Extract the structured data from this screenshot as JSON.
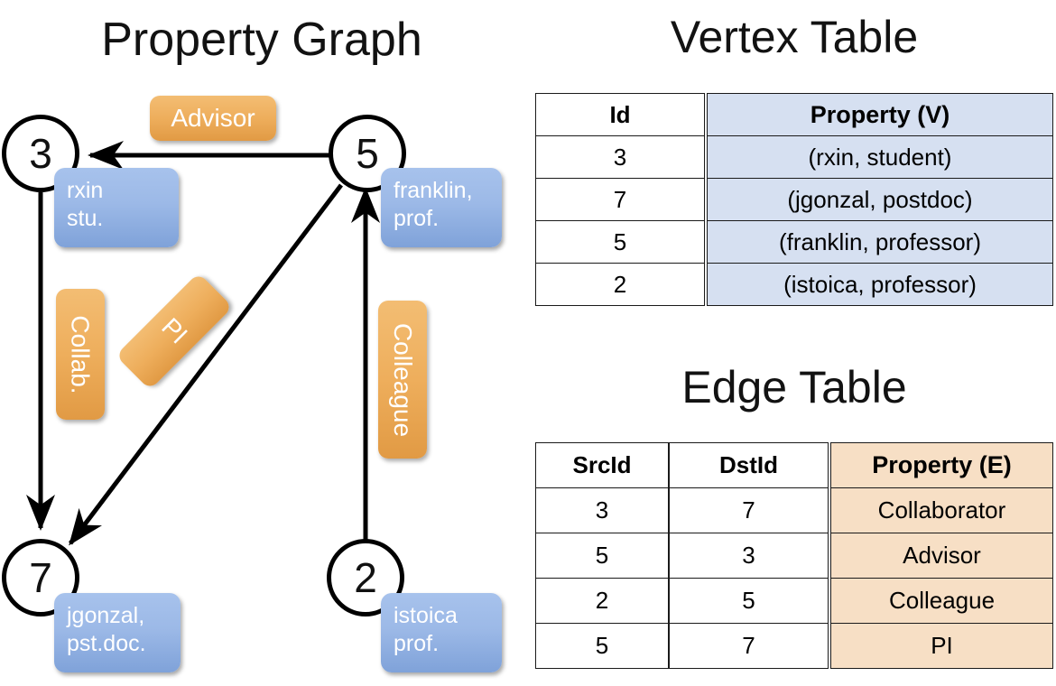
{
  "titles": {
    "property_graph": "Property Graph",
    "vertex_table": "Vertex Table",
    "edge_table": "Edge Table"
  },
  "graph": {
    "nodes": [
      {
        "id": "3",
        "property_line1": "rxin",
        "property_line2": "stu."
      },
      {
        "id": "5",
        "property_line1": "franklin,",
        "property_line2": "prof."
      },
      {
        "id": "7",
        "property_line1": "jgonzal,",
        "property_line2": "pst.doc."
      },
      {
        "id": "2",
        "property_line1": "istoica",
        "property_line2": "prof."
      }
    ],
    "edge_labels": [
      {
        "name": "advisor",
        "text": "Advisor"
      },
      {
        "name": "collab",
        "text": "Collab."
      },
      {
        "name": "pi",
        "text": "PI"
      },
      {
        "name": "colleague",
        "text": "Colleague"
      }
    ],
    "edges": [
      {
        "src": "5",
        "dst": "3",
        "label": "Advisor"
      },
      {
        "src": "3",
        "dst": "7",
        "label": "Collab."
      },
      {
        "src": "5",
        "dst": "7",
        "label": "PI"
      },
      {
        "src": "2",
        "dst": "5",
        "label": "Colleague"
      }
    ]
  },
  "vertex_table": {
    "headers": [
      "Id",
      "Property (V)"
    ],
    "rows": [
      {
        "id": "3",
        "property": "(rxin, student)"
      },
      {
        "id": "7",
        "property": "(jgonzal, postdoc)"
      },
      {
        "id": "5",
        "property": "(franklin, professor)"
      },
      {
        "id": "2",
        "property": "(istoica, professor)"
      }
    ]
  },
  "edge_table": {
    "headers": [
      "SrcId",
      "DstId",
      "Property (E)"
    ],
    "rows": [
      {
        "src": "3",
        "dst": "7",
        "property": "Collaborator"
      },
      {
        "src": "5",
        "dst": "3",
        "property": "Advisor"
      },
      {
        "src": "2",
        "dst": "5",
        "property": "Colleague"
      },
      {
        "src": "5",
        "dst": "7",
        "property": "PI"
      }
    ]
  },
  "colors": {
    "vertex_property_fill": "#d6e0f1",
    "edge_property_fill": "#f7dfc5",
    "node_box_blue": "#9cb9e7",
    "edge_label_orange": "#eeae5c",
    "stroke": "#000000",
    "background": "#ffffff"
  }
}
